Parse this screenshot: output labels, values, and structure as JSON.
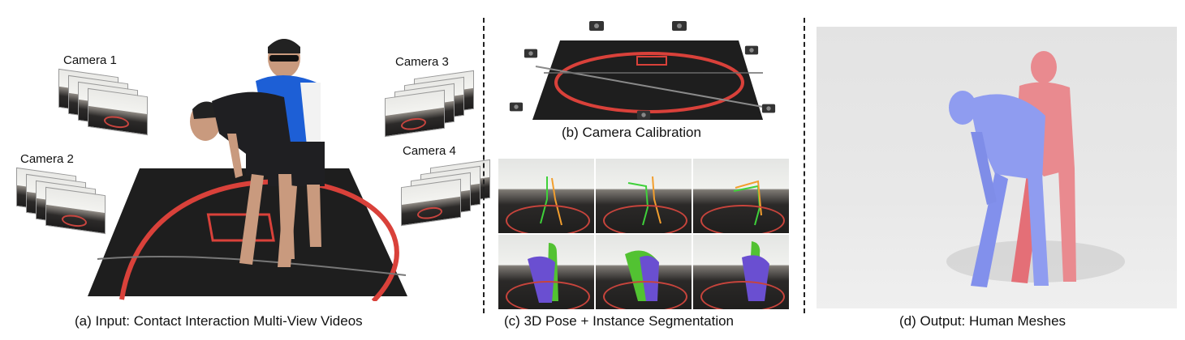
{
  "panels": {
    "a": {
      "caption": "(a) Input: Contact Interaction Multi-View Videos",
      "cameras": [
        "Camera 1",
        "Camera 2",
        "Camera 3",
        "Camera 4"
      ]
    },
    "b": {
      "caption": "(b) Camera Calibration"
    },
    "c": {
      "caption": "(c) 3D Pose + Instance Segmentation"
    },
    "d": {
      "caption": "(d) Output: Human Meshes"
    }
  },
  "colors": {
    "mat": "#1f1f1f",
    "mat_circle": "#d9413a",
    "shirt_blue": "#2f6bd6",
    "person_a_mesh": "#8f9cf0",
    "person_b_mesh": "#e98a8f",
    "seg_green": "#52c232",
    "seg_purple": "#6a4fd1",
    "skeleton_green": "#3fd13a",
    "skeleton_orange": "#f29e2e"
  },
  "icons": [
    "camera-icon",
    "stacked-video-frames",
    "wrestling-mat",
    "human-mesh"
  ]
}
